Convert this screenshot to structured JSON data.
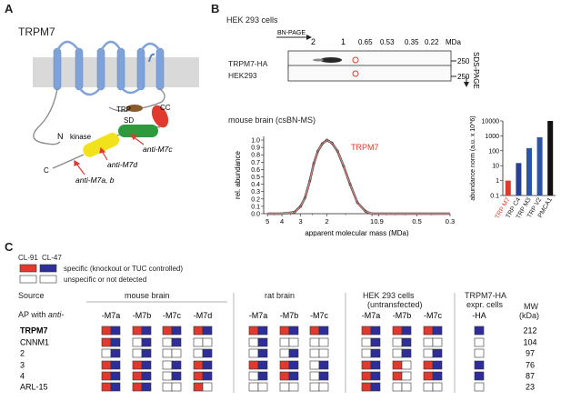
{
  "panel_a": {
    "letter": "A",
    "title": "TRPM7",
    "labels": {
      "trp": "TRP",
      "cc": "CC",
      "sd": "SD",
      "kinase": "kinase",
      "n": "N",
      "c": "C"
    },
    "antibodies": {
      "m7c": "anti-M7c",
      "m7d": "anti-M7d",
      "m7ab": "anti-M7a, b"
    }
  },
  "panel_b": {
    "letter": "B",
    "hek_title": "HEK 293 cells",
    "bn_page": "BN-PAGE",
    "blot_rows": [
      "TRPM7-HA",
      "HEK293"
    ],
    "top_ticks": [
      "2",
      "1",
      "0.65",
      "0.53",
      "0.35",
      "0.22",
      "MDa"
    ],
    "kda_marks": [
      "250",
      "250"
    ],
    "sds_page": "SDS-PAGE",
    "mb_title": "mouse brain (csBN-MS)",
    "trace_label": "TRPM7",
    "ylabel": "rel. abundance",
    "xlabel": "apparent molecular mass (MDa)",
    "y_ticks": [
      "1.0",
      "0.9",
      "0.8",
      "0.7",
      "0.6",
      "0.5",
      "0.4",
      "0.3",
      "0.2",
      "0.1",
      "0.0"
    ],
    "x_ticks": [
      "5",
      "4",
      "3",
      "2",
      "1",
      "0.9",
      "0.5",
      "0.3"
    ],
    "bar_ylabel": "abundance norm (a.u. x 10^6)",
    "bar_y_ticks": [
      "10000",
      "1000",
      "100",
      "10",
      "1",
      "0.1"
    ]
  },
  "chart_data": [
    {
      "type": "line",
      "title": "mouse brain (csBN-MS)",
      "xlabel": "apparent molecular mass (MDa)",
      "ylabel": "rel. abundance",
      "ylim": [
        0,
        1.05
      ],
      "x_scale": "log",
      "series": [
        {
          "name": "TRPM7",
          "x": [
            5,
            4,
            3.3,
            3.0,
            2.8,
            2.6,
            2.45,
            2.3,
            2.15,
            2.0,
            1.85,
            1.7,
            1.55,
            1.4,
            1.25,
            1.1,
            1.0,
            0.9,
            0.7,
            0.5,
            0.3
          ],
          "y": [
            0.0,
            0.0,
            0.02,
            0.1,
            0.22,
            0.45,
            0.68,
            0.85,
            0.95,
            1.0,
            0.96,
            0.85,
            0.65,
            0.4,
            0.15,
            0.03,
            0.0,
            0.0,
            0.0,
            0.0,
            0.0
          ]
        }
      ]
    },
    {
      "type": "bar",
      "ylabel": "abundance norm (a.u. x 10^6)",
      "y_scale": "log",
      "ylim": [
        0.1,
        10000
      ],
      "categories": [
        "TRP M7",
        "TRP C4",
        "TRP M3",
        "TRP V2",
        "PMCA1"
      ],
      "values": [
        1,
        15,
        150,
        800,
        10000
      ],
      "colors": [
        "#e03a2e",
        "#2a3f8f",
        "#2a55a8",
        "#2a55a8",
        "#111111"
      ]
    }
  ],
  "panel_c": {
    "letter": "C",
    "cl91": "CL-91",
    "cl47": "CL-47",
    "legend_specific": "specific (knockout or TUC controlled)",
    "legend_unspecific": "unspecific or not detected",
    "source_label": "Source",
    "ap_label": "AP with ",
    "ap_label_italic": "anti-",
    "mw_label": "MW",
    "kda_label": "(kDa)",
    "groups": [
      {
        "title": "mouse brain",
        "cols": [
          "-M7a",
          "-M7b",
          "-M7c",
          "-M7d"
        ]
      },
      {
        "title": "rat brain",
        "cols": [
          "-M7a",
          "-M7b",
          "-M7c"
        ]
      },
      {
        "title": "HEK 293 cells\n(untransfected)",
        "title1": "HEK 293 cells",
        "title2": "(untransfected)",
        "cols": [
          "-M7a",
          "-M7b",
          "-M7c"
        ]
      },
      {
        "title1": "TRPM7-HA",
        "title2": "expr. cells",
        "cols": [
          "-HA"
        ]
      }
    ],
    "rows": [
      {
        "name": "TRPM7",
        "mw": "212",
        "bold": true
      },
      {
        "name": "CNNM1",
        "mw": "104"
      },
      {
        "name": "2",
        "mw": "97"
      },
      {
        "name": "3",
        "mw": "76"
      },
      {
        "name": "4",
        "mw": "87"
      },
      {
        "name": "ARL-15",
        "mw": "23"
      }
    ],
    "matrix": [
      [
        [
          1,
          1
        ],
        [
          1,
          1
        ],
        [
          1,
          1
        ],
        [
          1,
          1
        ],
        [
          1,
          1
        ],
        [
          1,
          1
        ],
        [
          1,
          1
        ],
        [
          1,
          1
        ],
        [
          1,
          1
        ],
        [
          1,
          1
        ],
        [
          1
        ]
      ],
      [
        [
          1,
          1
        ],
        [
          0,
          1
        ],
        [
          0,
          1
        ],
        [
          0,
          0
        ],
        [
          0,
          1
        ],
        [
          0,
          0
        ],
        [
          0,
          0
        ],
        [
          0,
          1
        ],
        [
          0,
          1
        ],
        [
          0,
          0
        ],
        [
          0
        ]
      ],
      [
        [
          0,
          1
        ],
        [
          0,
          1
        ],
        [
          0,
          0
        ],
        [
          0,
          1
        ],
        [
          0,
          1
        ],
        [
          0,
          1
        ],
        [
          0,
          0
        ],
        [
          0,
          1
        ],
        [
          0,
          1
        ],
        [
          0,
          1
        ],
        [
          0
        ]
      ],
      [
        [
          1,
          1
        ],
        [
          1,
          1
        ],
        [
          0,
          1
        ],
        [
          1,
          1
        ],
        [
          1,
          1
        ],
        [
          1,
          1
        ],
        [
          0,
          1
        ],
        [
          1,
          1
        ],
        [
          1,
          0
        ],
        [
          1,
          1
        ],
        [
          1
        ]
      ],
      [
        [
          1,
          1
        ],
        [
          1,
          1
        ],
        [
          0,
          1
        ],
        [
          1,
          1
        ],
        [
          0,
          1
        ],
        [
          1,
          1
        ],
        [
          0,
          1
        ],
        [
          1,
          1
        ],
        [
          1,
          0
        ],
        [
          1,
          1
        ],
        [
          1
        ]
      ],
      [
        [
          1,
          1
        ],
        [
          1,
          1
        ],
        [
          0,
          0
        ],
        [
          1,
          0
        ],
        [
          0,
          0
        ],
        [
          0,
          0
        ],
        [
          0,
          0
        ],
        [
          1,
          1
        ],
        [
          0,
          0
        ],
        [
          0,
          0
        ],
        [
          0
        ]
      ]
    ]
  }
}
